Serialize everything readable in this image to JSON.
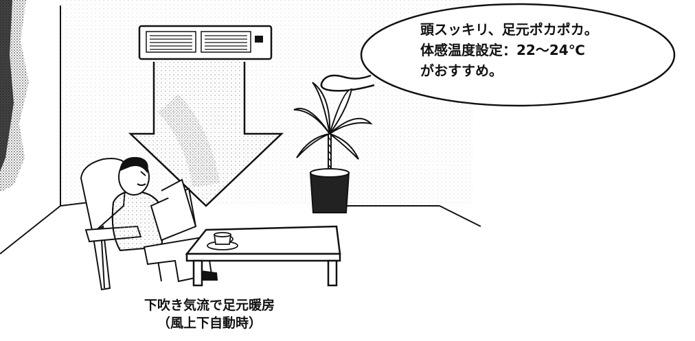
{
  "speech_bubble": {
    "line1": "頭スッキリ、足元ポカポカ。",
    "line2": "体感温度設定：22〜24℃",
    "line3": "がおすすめ。"
  },
  "caption": {
    "line1": "下吹き気流で足元暖房",
    "line2": "（風上下自動時）"
  }
}
